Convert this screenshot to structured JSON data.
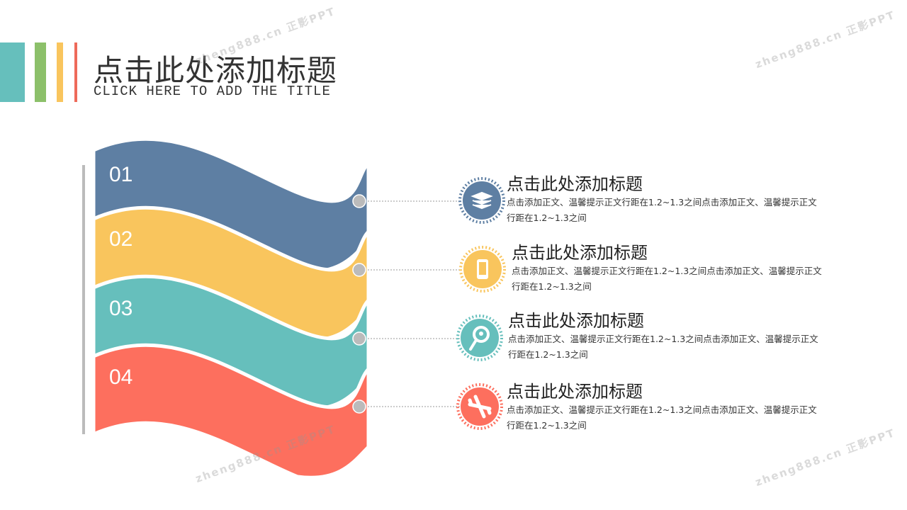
{
  "header": {
    "title": "点击此处添加标题",
    "subtitle": "CLICK HERE TO ADD THE TITLE"
  },
  "colors": {
    "teal": "#66bfbc",
    "green": "#8cc06a",
    "yellow": "#f9c55d",
    "red": "#ee6a5a",
    "blue": "#5e7fa3",
    "coral": "#fd6f5e"
  },
  "bands": [
    {
      "number": "01",
      "color": "#5e7fa3"
    },
    {
      "number": "02",
      "color": "#f9c55d"
    },
    {
      "number": "03",
      "color": "#66bfbc"
    },
    {
      "number": "04",
      "color": "#fd6f5e"
    }
  ],
  "items": [
    {
      "icon": "layers-icon",
      "title": "点击此处添加标题",
      "text": "点击添加正文、温馨提示正文行距在1.2~1.3之间点击添加正文、温馨提示正文行距在1.2~1.3之间"
    },
    {
      "icon": "phone-icon",
      "title": "点击此处添加标题",
      "text": "点击添加正文、温馨提示正文行距在1.2~1.3之间点击添加正文、温馨提示正文行距在1.2~1.3之间"
    },
    {
      "icon": "search-user-icon",
      "title": "点击此处添加标题",
      "text": "点击添加正文、温馨提示正文行距在1.2~1.3之间点击添加正文、温馨提示正文行距在1.2~1.3之间"
    },
    {
      "icon": "airplane-icon",
      "title": "点击此处添加标题",
      "text": "点击添加正文、温馨提示正文行距在1.2~1.3之间点击添加正文、温馨提示正文行距在1.2~1.3之间"
    }
  ],
  "watermark": "zheng888.cn 正影PPT"
}
